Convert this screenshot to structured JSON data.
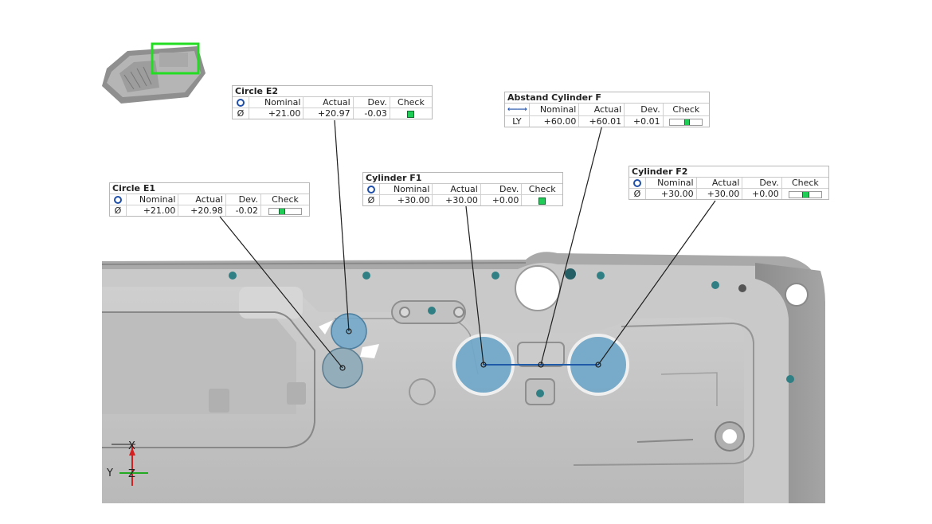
{
  "axes": {
    "x_label": "X",
    "y_label": "Y",
    "z_label": "Z"
  },
  "columns": {
    "nominal": "Nominal",
    "actual": "Actual",
    "dev": "Dev.",
    "check": "Check"
  },
  "callouts": {
    "circle_e1": {
      "title": "Circle  E1",
      "symbol": "Ø",
      "nominal": "+21.00",
      "actual": "+20.98",
      "dev": "-0.02"
    },
    "circle_e2": {
      "title": "Circle  E2",
      "symbol": "Ø",
      "nominal": "+21.00",
      "actual": "+20.97",
      "dev": "-0.03"
    },
    "cylinder_f1": {
      "title": "Cylinder  F1",
      "symbol": "Ø",
      "nominal": "+30.00",
      "actual": "+30.00",
      "dev": "+0.00"
    },
    "abstand_cylinder_f": {
      "title": "Abstand  Cylinder  F",
      "symbol": "LY",
      "nominal": "+60.00",
      "actual": "+60.01",
      "dev": "+0.01"
    },
    "cylinder_f2": {
      "title": "Cylinder  F2",
      "symbol": "Ø",
      "nominal": "+30.00",
      "actual": "+30.00",
      "dev": "+0.00"
    }
  },
  "colors": {
    "ok": "#1fcc55",
    "symbol_blue": "#1f4fa8",
    "feature_fill": "#6fa7c9",
    "thumbnail_frame": "#22dd22"
  }
}
